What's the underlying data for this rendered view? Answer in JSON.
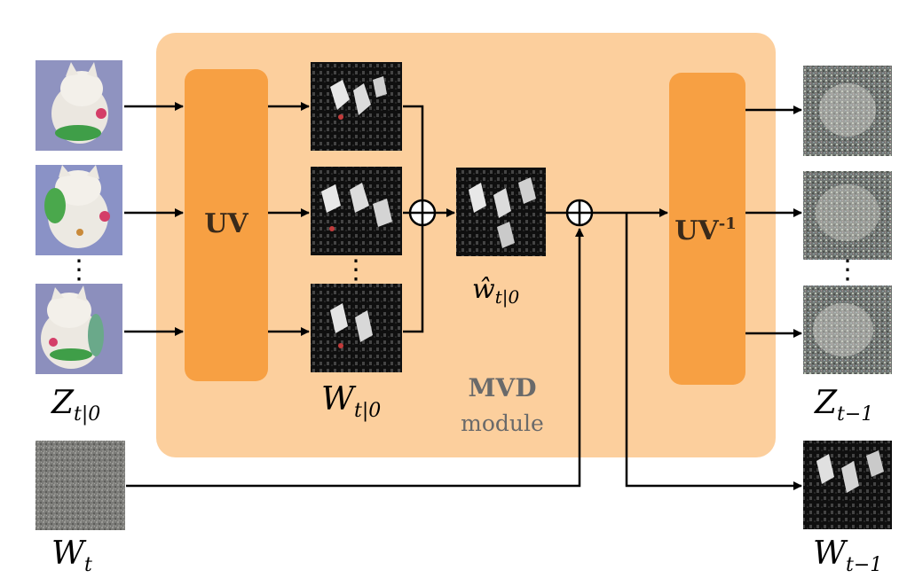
{
  "module": {
    "title": "MVD",
    "subtitle": "module",
    "fill_color": "#fccf9d",
    "block_color": "#f7a043"
  },
  "blocks": {
    "uv": {
      "label": "UV"
    },
    "uv_inverse": {
      "label": "UV",
      "superscript": "-1"
    }
  },
  "labels": {
    "z_t0": {
      "base": "Z",
      "sub": "t|0"
    },
    "w_t0": {
      "base": "W",
      "sub": "t|0"
    },
    "w_hat_t0": {
      "base": "ŵ",
      "sub": "t|0"
    },
    "z_t_minus_1": {
      "base": "Z",
      "sub": "t−1"
    },
    "w_t": {
      "base": "W",
      "sub": "t"
    },
    "w_t_minus_1": {
      "base": "W",
      "sub": "t−1"
    }
  },
  "ellipsis": "⋮",
  "operators": {
    "sum": "⊕"
  }
}
